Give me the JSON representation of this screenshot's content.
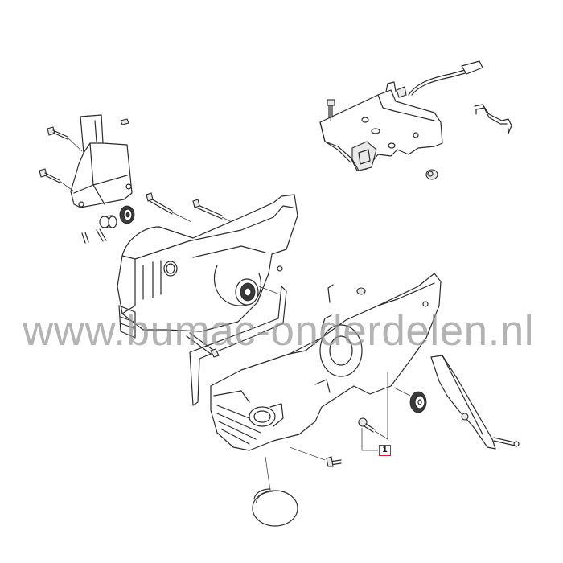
{
  "diagram": {
    "type": "exploded-parts-view",
    "subject": "chainsaw crankcase / housing assembly",
    "watermark": "www.bumac-onderdelen.nl",
    "callouts": [
      {
        "label": "1",
        "color": "#c8202c"
      }
    ],
    "components": [
      "top cover plate with handle bracket",
      "wiring harness connector",
      "hose connector",
      "rubber plug",
      "fan-side bracket",
      "left crankcase half",
      "right crankcase half",
      "bearing",
      "bushing",
      "bolts",
      "gasket",
      "chain guard plate",
      "seal ring",
      "round cap"
    ]
  }
}
